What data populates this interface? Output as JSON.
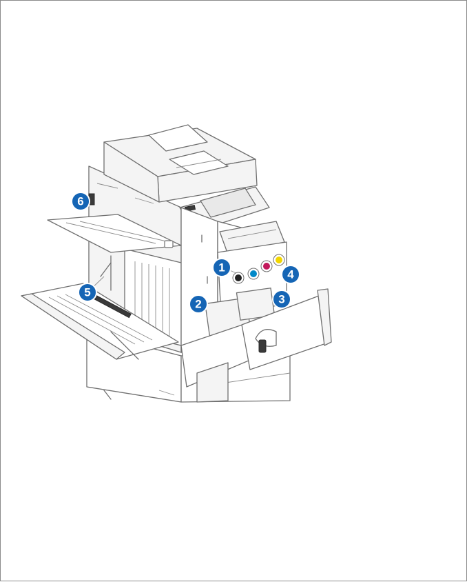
{
  "colors": {
    "callout": "#1565b5",
    "toner_black": "#222222",
    "toner_cyan": "#0088c8",
    "toner_magenta": "#c2185b",
    "toner_yellow": "#f2d600"
  },
  "callouts": [
    {
      "label": "1"
    },
    {
      "label": "2"
    },
    {
      "label": "3"
    },
    {
      "label": "4"
    },
    {
      "label": "5"
    },
    {
      "label": "6"
    }
  ]
}
